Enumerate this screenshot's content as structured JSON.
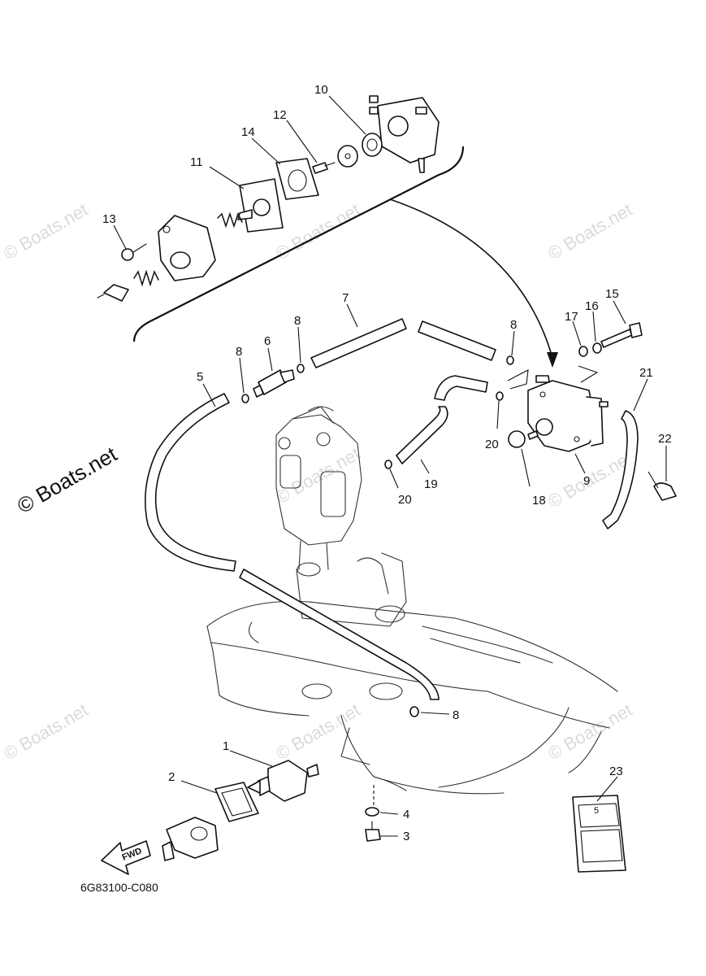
{
  "diagram_code": "6G83100-C080",
  "watermark": {
    "text": "© Boats.net"
  },
  "fwd_arrow_label": "FWD",
  "label_23_mark": "5",
  "callouts": [
    {
      "id": "c1",
      "text": "1"
    },
    {
      "id": "c2",
      "text": "2"
    },
    {
      "id": "c3",
      "text": "3"
    },
    {
      "id": "c4",
      "text": "4"
    },
    {
      "id": "c5",
      "text": "5"
    },
    {
      "id": "c6",
      "text": "6"
    },
    {
      "id": "c7",
      "text": "7"
    },
    {
      "id": "c8a",
      "text": "8"
    },
    {
      "id": "c8b",
      "text": "8"
    },
    {
      "id": "c8c",
      "text": "8"
    },
    {
      "id": "c8d",
      "text": "8"
    },
    {
      "id": "c9",
      "text": "9"
    },
    {
      "id": "c10",
      "text": "10"
    },
    {
      "id": "c11",
      "text": "11"
    },
    {
      "id": "c12",
      "text": "12"
    },
    {
      "id": "c13",
      "text": "13"
    },
    {
      "id": "c14",
      "text": "14"
    },
    {
      "id": "c15",
      "text": "15"
    },
    {
      "id": "c16",
      "text": "16"
    },
    {
      "id": "c17",
      "text": "17"
    },
    {
      "id": "c18",
      "text": "18"
    },
    {
      "id": "c19",
      "text": "19"
    },
    {
      "id": "c20a",
      "text": "20"
    },
    {
      "id": "c20b",
      "text": "20"
    },
    {
      "id": "c21",
      "text": "21"
    },
    {
      "id": "c22",
      "text": "22"
    },
    {
      "id": "c23",
      "text": "23"
    }
  ]
}
